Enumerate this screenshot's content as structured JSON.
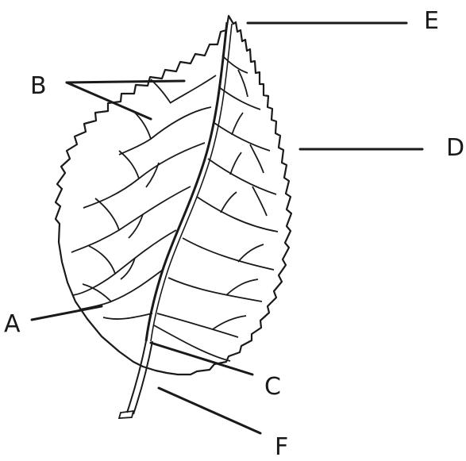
{
  "labels": {
    "a": "A",
    "b": "B",
    "c": "C",
    "d": "D",
    "e": "E",
    "f": "F"
  },
  "colors": {
    "ink": "#1a1a1a",
    "background": "#ffffff"
  }
}
